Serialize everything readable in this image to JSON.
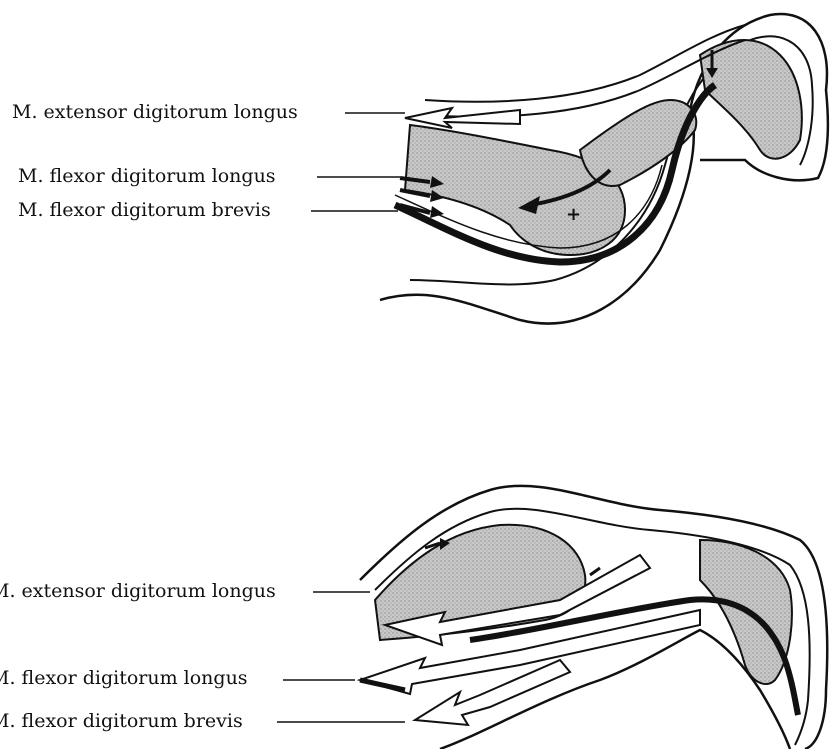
{
  "top_panel": {
    "labels": [
      "M. extensor digitorum longus",
      "M. flexor digitorum longus",
      "M. flexor digitorum brevis"
    ]
  },
  "bottom_panel": {
    "labels": [
      "M. extensor digitorum longus",
      "M. flexor digitorum longus",
      "M. flexor digitorum brevis"
    ]
  },
  "colors": {
    "line": "#111111",
    "tissue_fill": "#bdbdbd",
    "background": "#ffffff"
  }
}
